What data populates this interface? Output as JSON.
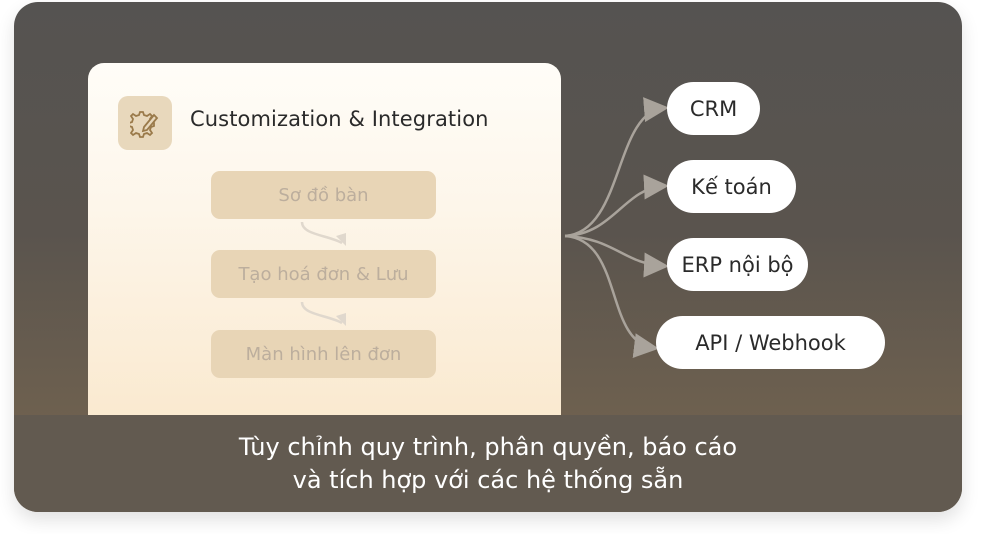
{
  "panel": {
    "title": "Customization & Integration",
    "icon": "gear-pencil-icon",
    "steps": [
      "Sơ đồ bàn",
      "Tạo hoá đơn & Lưu",
      "Màn hình lên đơn"
    ]
  },
  "integrations": [
    "CRM",
    "Kế toán",
    "ERP nội bộ",
    "API / Webhook"
  ],
  "caption": {
    "line1": "Tùy chỉnh quy trình, phân quyền, báo cáo",
    "line2": "và tích hợp với các hệ thống sẵn"
  },
  "colors": {
    "accent": "#9a7a4a",
    "caption_bg": "#625a50",
    "step_bg": "#e8d5b6"
  }
}
